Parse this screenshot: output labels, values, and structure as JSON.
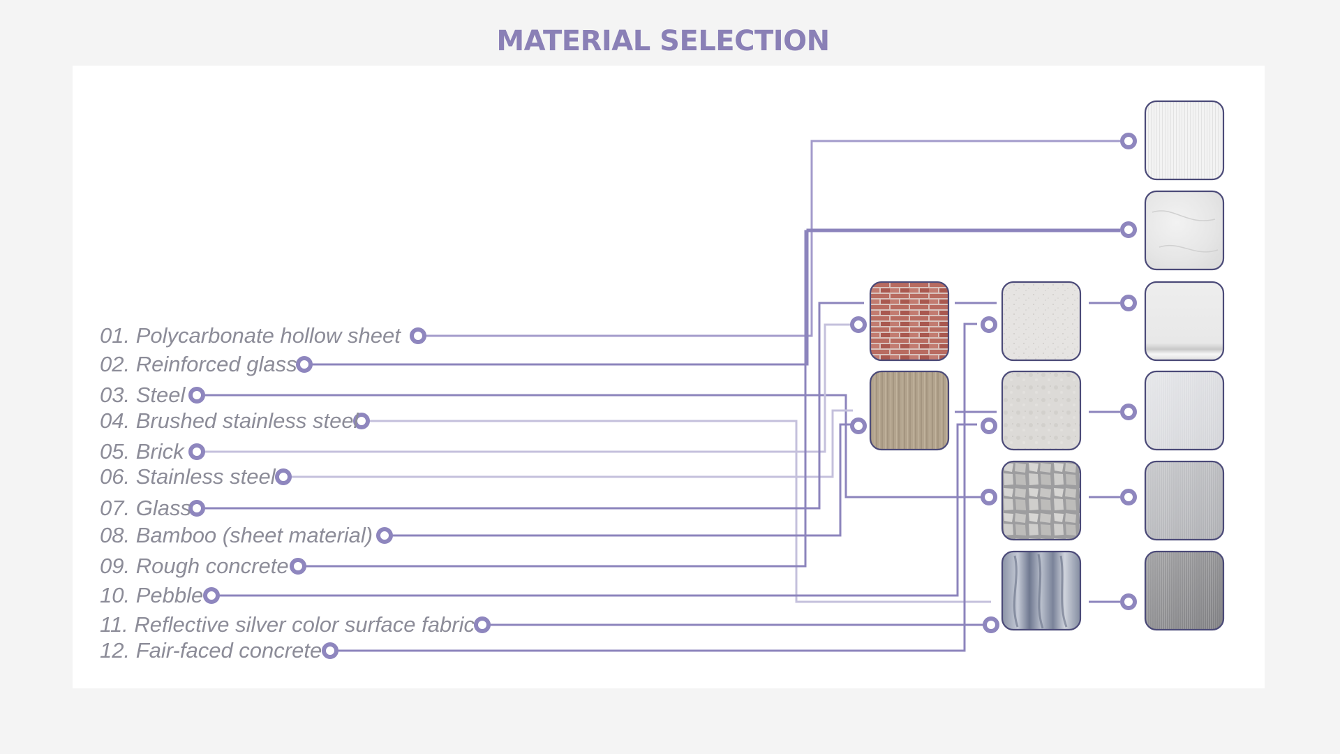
{
  "title": "MATERIAL SELECTION",
  "colors": {
    "title": "#8a80b6",
    "wire": "#a39bcb",
    "node": "#8e86be",
    "label": "#8c8c98",
    "tile_border": "#4b4a78"
  },
  "materials": [
    {
      "label": "01. Polycarbonate hollow sheet"
    },
    {
      "label": "02. Reinforced glass"
    },
    {
      "label": "03. Steel"
    },
    {
      "label": "04. Brushed stainless steel"
    },
    {
      "label": "05. Brick"
    },
    {
      "label": "06. Stainless steel"
    },
    {
      "label": "07. Glass"
    },
    {
      "label": "08. Bamboo (sheet material)"
    },
    {
      "label": "09. Rough concrete"
    },
    {
      "label": "10. Pebble"
    },
    {
      "label": "11. Reflective silver color surface fabric"
    },
    {
      "label": "12. Fair-faced concrete"
    }
  ],
  "swatches": [
    {
      "name": "brick-swatch",
      "texture": "brick"
    },
    {
      "name": "bamboo-swatch",
      "texture": "bamboo"
    },
    {
      "name": "rough-concrete-swatch",
      "texture": "speckle-light"
    },
    {
      "name": "fair-faced-concrete-swatch",
      "texture": "speckle-mid"
    },
    {
      "name": "pebble-swatch",
      "texture": "pebble"
    },
    {
      "name": "reflective-fabric-swatch",
      "texture": "reflective"
    },
    {
      "name": "polycarbonate-swatch",
      "texture": "lines"
    },
    {
      "name": "reinforced-glass-swatch",
      "texture": "marble"
    },
    {
      "name": "glass-swatch",
      "texture": "glass"
    },
    {
      "name": "stainless-steel-swatch",
      "texture": "brushed-light"
    },
    {
      "name": "brushed-stainless-steel-swatch",
      "texture": "brushed-mid"
    },
    {
      "name": "steel-swatch",
      "texture": "brushed-dark"
    }
  ]
}
